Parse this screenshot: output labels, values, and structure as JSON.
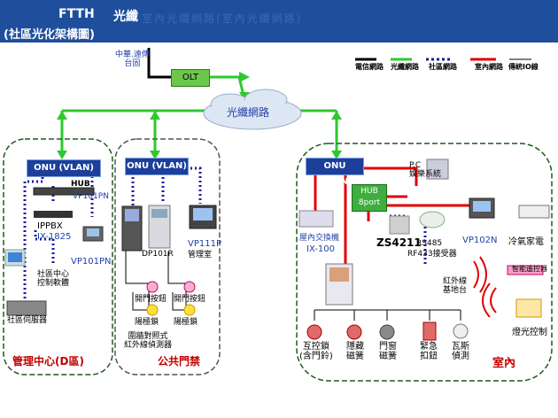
{
  "header": {
    "title": "FTTH",
    "title_cn": "光纖",
    "subtitle": "(社區光化架構圖)",
    "faint_text": "室內光纖網路(室內光纖網路)"
  },
  "legend": {
    "telecom": "電信網路",
    "fiber": "光纖網路",
    "community": "社區網路",
    "indoor": "室內網路",
    "traditional_io": "傳統IO線"
  },
  "nodes": {
    "chunghwa": "中華.遠傳\n台固",
    "olt": "OLT",
    "cloud": "光纖網路",
    "onu_left": "ONU (VLAN)",
    "onu_mid": "ONU (VLAN)",
    "onu_right": "ONU (VLAN)",
    "hub": "HUB",
    "ippbx": "IPPBX",
    "ippbx_model": "IX-1825",
    "vp101pn_top": "VP101PN",
    "vp101pn_bottom": "VP101PN",
    "mgmt_software": "社區中心\n控制軟體",
    "community_server": "社區伺服器",
    "dp101r": "DP101R",
    "vp111p": "VP111P",
    "mgmt_room": "管理室",
    "door_btn1": "開門按鈕",
    "door_btn2": "開門按鈕",
    "magnet_lock1": "陽極鎖",
    "magnet_lock2": "陽極鎖",
    "ir_detector": "圍牆對照式\n紅外線偵測器",
    "pc": "P.C\n娛樂系統",
    "hub8": "HUB\n8port",
    "ix100_label": "屋內交換機",
    "ix100": "IX-100",
    "zs4211": "ZS4211",
    "rs485": "RS485",
    "rf433": "RF433接受器",
    "vp102n": "VP102N",
    "ac": "冷氣家電",
    "ir_base": "紅外線\n基地台",
    "smart_ctrl": "智能遙控器",
    "light_ctrl": "燈光控制",
    "interlock": "互控鎖\n(含門鈴)",
    "hidden_mag": "隱藏\n磁簧",
    "window_mag": "門窗\n磁簧",
    "emergency": "緊急\n扣鈕",
    "gas": "瓦斯\n偵測"
  },
  "zones": {
    "mgmt": "管理中心(D區)",
    "public_door": "公共門禁",
    "indoor": "室內"
  },
  "colors": {
    "header_bg": "#1f4e9c",
    "fiber_green": "#2ec82e",
    "community_blue": "#1a1aa0",
    "indoor_red": "#e00000",
    "telecom_black": "#000000"
  }
}
